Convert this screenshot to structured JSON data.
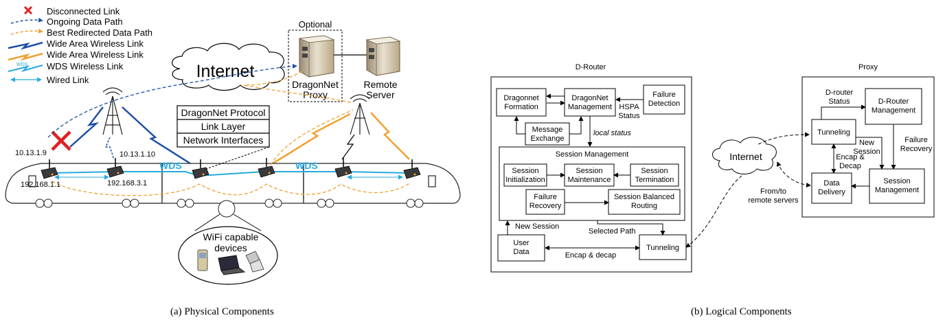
{
  "legend": {
    "disconnected": "Disconnected Link",
    "ongoing": "Ongoing Data Path",
    "best": "Best Redirected Data Path",
    "wide_blue": "Wide Area Wireless Link",
    "wide_orange": "Wide Area Wireless Link",
    "wds": "WDS Wireless Link",
    "wds_tag": "WDS",
    "wired": "Wired Link"
  },
  "physical": {
    "optional": "Optional",
    "internet": "Internet",
    "proxy_line1": "DragonNet",
    "proxy_line2": "Proxy",
    "server_line1": "Remote",
    "server_line2": "Server",
    "stack": [
      "DragonNet Protocol",
      "Link Layer",
      "Network Interfaces"
    ],
    "ip1": "10.13.1.9",
    "ip2": "10.13.1.10",
    "ip3": "192.168.1.1",
    "ip4": "192.168.3.1",
    "wds_label": "WDS",
    "wifi_line1": "WiFi capable",
    "wifi_line2": "devices",
    "caption": "(a) Physical Components"
  },
  "logical": {
    "drouter_title": "D-Router",
    "proxy_title": "Proxy",
    "formation": [
      "Dragonnet",
      "Formation"
    ],
    "management": [
      "DragonNet",
      "Management"
    ],
    "failure_detection": [
      "Failure",
      "Detection"
    ],
    "hspa": [
      "HSPA",
      "Status"
    ],
    "message_exchange": [
      "Message",
      "Exchange"
    ],
    "local_status": "local status",
    "session_management": "Session Management",
    "session_init": [
      "Session",
      "Initialization"
    ],
    "session_maint": [
      "Session",
      "Maintenance"
    ],
    "session_term": [
      "Session",
      "Termination"
    ],
    "failure_recovery": [
      "Failure",
      "Recovery"
    ],
    "balanced_routing": [
      "Session Balanced",
      "Routing"
    ],
    "new_session": "New Session",
    "selected_path": "Selected Path",
    "user_data": [
      "User",
      "Data"
    ],
    "encap_decap": "Encap & decap",
    "tunneling": "Tunneling",
    "internet": "Internet",
    "from_to": [
      "From/to",
      "remote servers"
    ],
    "p_drouter_status": [
      "D-router",
      "Status"
    ],
    "p_drouter_mgmt": [
      "D-Router",
      "Management"
    ],
    "p_tunneling": "Tunneling",
    "p_new_session": [
      "New",
      "Session"
    ],
    "p_failure_recovery": [
      "Failure",
      "Recovery"
    ],
    "p_encap": [
      "Encap &",
      "Decap"
    ],
    "p_data_delivery": [
      "Data",
      "Delivery"
    ],
    "p_session_mgmt": [
      "Session",
      "Management"
    ],
    "caption": "(b) Logical Components"
  }
}
